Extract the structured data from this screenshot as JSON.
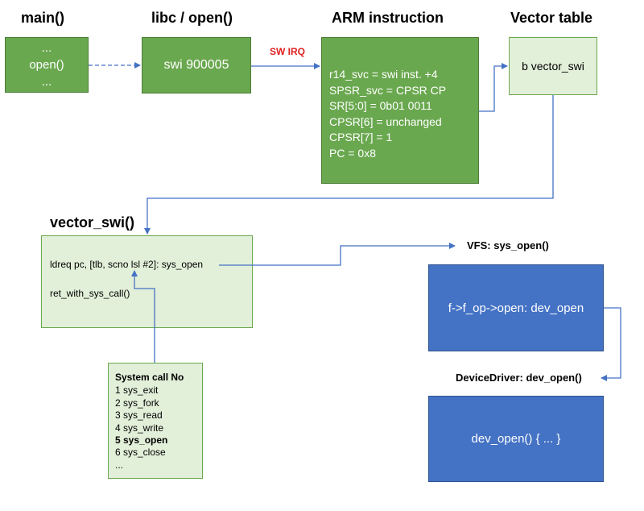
{
  "headings": {
    "main": "main()",
    "libc": "libc / open()",
    "arm": "ARM instruction",
    "vector_table": "Vector table",
    "vector_swi": "vector_swi()",
    "vfs": "VFS: sys_open()",
    "device_driver": "DeviceDriver: dev_open()"
  },
  "main_box": {
    "lines": [
      "...",
      "open()",
      "..."
    ]
  },
  "libc_box": {
    "text": "swi 900005"
  },
  "sw_irq_label": "SW  IRQ",
  "arm_box": {
    "lines": [
      "r14_svc = swi inst. +4",
      "SPSR_svc = CPSR CP",
      "SR[5:0] = 0b01 0011",
      "CPSR[6] = unchanged",
      "CPSR[7] = 1",
      "PC = 0x8"
    ]
  },
  "vector_table_box": {
    "text": "b vector_swi"
  },
  "vector_swi_box": {
    "line1": "ldreq pc, [tlb, scno lsl #2]: sys_open",
    "line2": "ret_with_sys_call()"
  },
  "syscall_table": {
    "title": "System call No",
    "items": [
      {
        "text": "1 sys_exit",
        "bold": false
      },
      {
        "text": "2 sys_fork",
        "bold": false
      },
      {
        "text": "3 sys_read",
        "bold": false
      },
      {
        "text": "4 sys_write",
        "bold": false
      },
      {
        "text": "5 sys_open",
        "bold": true
      },
      {
        "text": "6 sys_close",
        "bold": false
      },
      {
        "text": "...",
        "bold": false
      }
    ]
  },
  "vfs_box": {
    "text": "f->f_op->open: dev_open"
  },
  "driver_box": {
    "text": "dev_open() { ... }"
  },
  "colors": {
    "green": "#6aa84f",
    "light_green": "#e2efd9",
    "blue": "#4472c4",
    "connector": "#4472c4",
    "irq_red": "#e02020"
  }
}
